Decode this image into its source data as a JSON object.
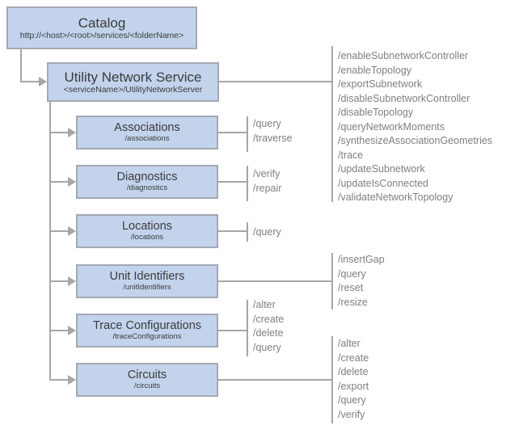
{
  "nodes": {
    "catalog": {
      "title": "Catalog",
      "subtitle": "http://<host>/<root>/services/<folderName>"
    },
    "service": {
      "title": "Utility Network Service",
      "subtitle": "<serviceName>/UtilityNetworkServer"
    },
    "associations": {
      "title": "Associations",
      "subtitle": "/associations"
    },
    "diagnostics": {
      "title": "Diagnostics",
      "subtitle": "/diagnostics"
    },
    "locations": {
      "title": "Locations",
      "subtitle": "/locations"
    },
    "unit_identifiers": {
      "title": "Unit Identifiers",
      "subtitle": "/unitIdentifiers"
    },
    "trace_configurations": {
      "title": "Trace Configurations",
      "subtitle": "/traceConfigurations"
    },
    "circuits": {
      "title": "Circuits",
      "subtitle": "/circuits"
    }
  },
  "operations": {
    "service": [
      "/enableSubnetworkController",
      "/enableTopology",
      "/exportSubnetwork",
      "/disableSubnetworkController",
      "/disableTopology",
      "/queryNetworkMoments",
      "/synthesizeAssociationGeometries",
      "/trace",
      "/updateSubnetwork",
      "/updateIsConnected",
      "/validateNetworkTopology"
    ],
    "associations": [
      "/query",
      "/traverse"
    ],
    "diagnostics": [
      "/verify",
      "/repair"
    ],
    "locations": [
      "/query"
    ],
    "unit_identifiers": [
      "/insertGap",
      "/query",
      "/reset",
      "/resize"
    ],
    "trace_configurations": [
      "/alter",
      "/create",
      "/delete",
      "/query"
    ],
    "circuits": [
      "/alter",
      "/create",
      "/delete",
      "/export",
      "/query",
      "/verify"
    ]
  },
  "colors": {
    "box_fill": "#c3d3ec",
    "box_border": "#a3a9b2",
    "line": "#a6a6a6",
    "title_text": "#3b3b3b",
    "operation_text": "#7f7f7f"
  }
}
